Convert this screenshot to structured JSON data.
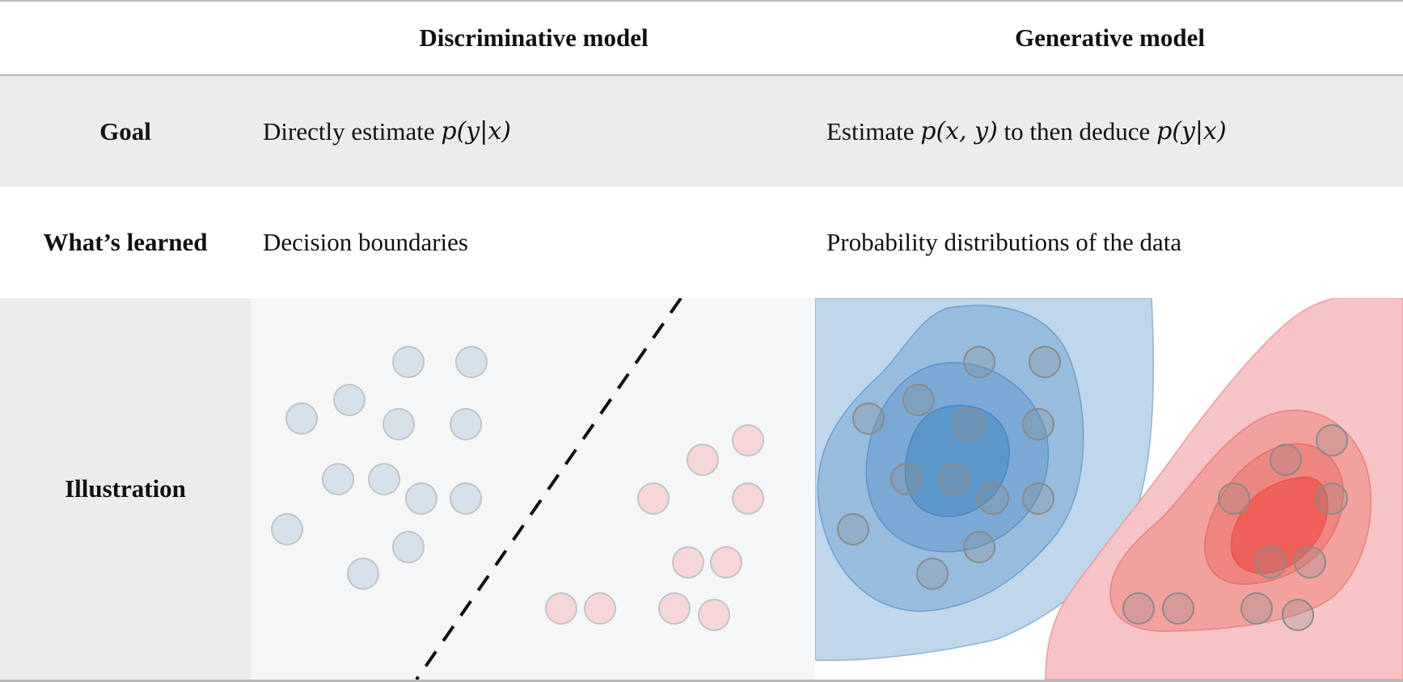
{
  "header": {
    "col_discriminative": "Discriminative model",
    "col_generative": "Generative model"
  },
  "rows": {
    "goal": {
      "label": "Goal",
      "discriminative_prefix": "Directly estimate ",
      "discriminative_math": "p(y|x)",
      "generative_prefix": "Estimate ",
      "generative_math1": "p(x, y)",
      "generative_mid": " to then deduce ",
      "generative_math2": "p(y|x)"
    },
    "learned": {
      "label": "What’s learned",
      "discriminative": "Decision boundaries",
      "generative": "Probability distributions of the data"
    },
    "illustration": {
      "label": "Illustration"
    }
  },
  "colors": {
    "band_gray": "#ececec",
    "panel_bg": "#f4f6f8",
    "blue_point_fill": "#d6e1ec",
    "red_point_fill": "#f6d6d8",
    "point_stroke": "#c4c4c4",
    "boundary": "#111111",
    "blue_density": [
      "#c0d6ea",
      "#97bcde",
      "#7aa9d5",
      "#5c97c9"
    ],
    "red_density": [
      "#f6c4c6",
      "#f2a19e",
      "#ef8580",
      "#ef6158"
    ]
  }
}
